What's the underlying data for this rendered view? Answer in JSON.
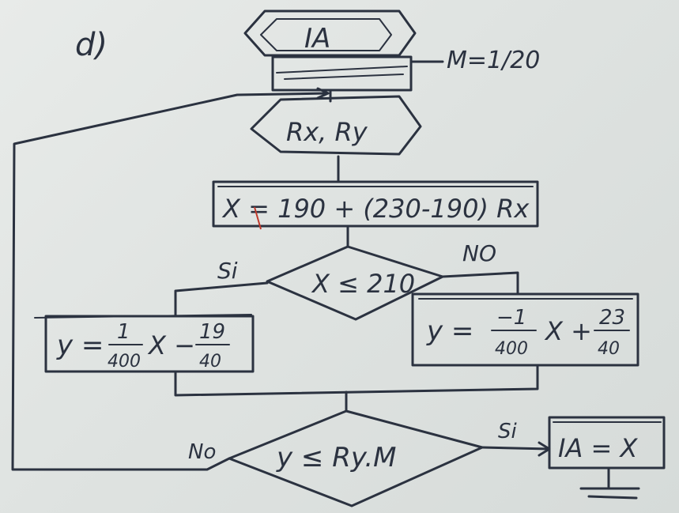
{
  "label_part": "d)",
  "start_node": "IA",
  "m_value": "M=1/20",
  "input_node": "Rx, Ry",
  "x_assign": "X = 190 + (230-190) Rx",
  "decision1": "X ≤ 210",
  "decision1_yes": "Si",
  "decision1_no": "NO",
  "left_box": {
    "lhs": "y =",
    "f1_num": "1",
    "f1_den": "400",
    "mid": "X −",
    "f2_num": "19",
    "f2_den": "40"
  },
  "right_box": {
    "lhs": "y =",
    "f1_num": "−1",
    "f1_den": "400",
    "mid": "X +",
    "f2_num": "23",
    "f2_den": "40"
  },
  "decision2": "y ≤ Ry.M",
  "decision2_yes": "Si",
  "decision2_no": "No",
  "result_box": "IA = X"
}
